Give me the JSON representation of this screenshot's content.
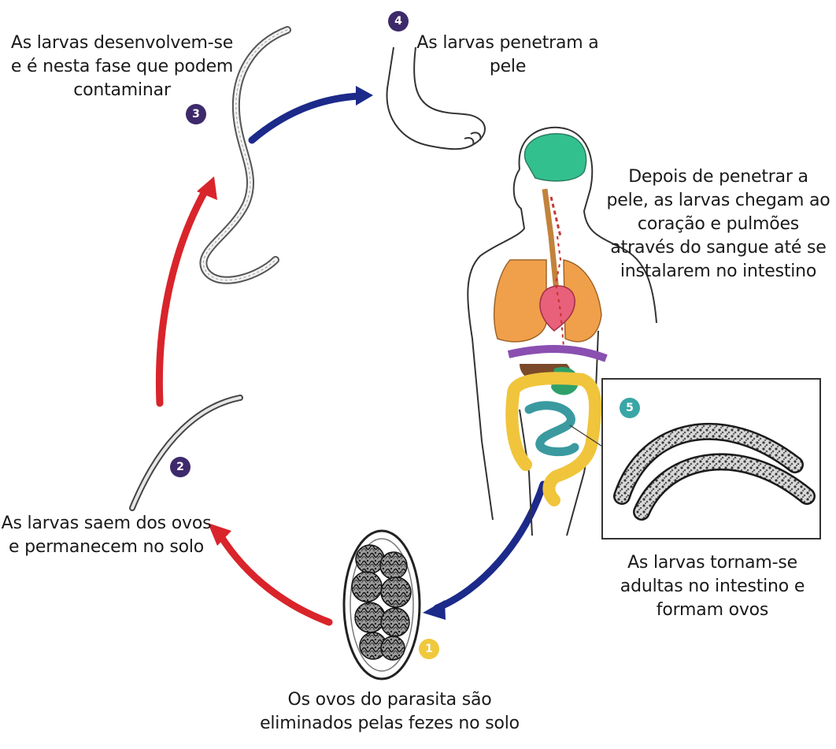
{
  "colors": {
    "badge_dark": "#3d2a6b",
    "badge_teal": "#3aa6a6",
    "badge_yellow": "#f0c83c",
    "arrow_red": "#d9242b",
    "arrow_blue": "#1c2a8a",
    "text": "#1a1a1a"
  },
  "steps": [
    {
      "number": "1",
      "text": "Os ovos do parasita são\neliminados pelas fezes no solo"
    },
    {
      "number": "2",
      "text": "As larvas saem dos ovos\ne permanecem no solo"
    },
    {
      "number": "3",
      "text": "As larvas desenvolvem-se\ne é nesta fase que podem\ncontaminar"
    },
    {
      "number": "4",
      "text": "As larvas penetram a\npele"
    },
    {
      "number": "5",
      "text": "As larvas tornam-se\nadultas no intestino e\nformam ovos"
    }
  ],
  "body_note": "Depois de penetrar a\npele, as larvas chegam ao\ncoração e pulmões\natravés do sangue até se\ninstalarem no intestino"
}
